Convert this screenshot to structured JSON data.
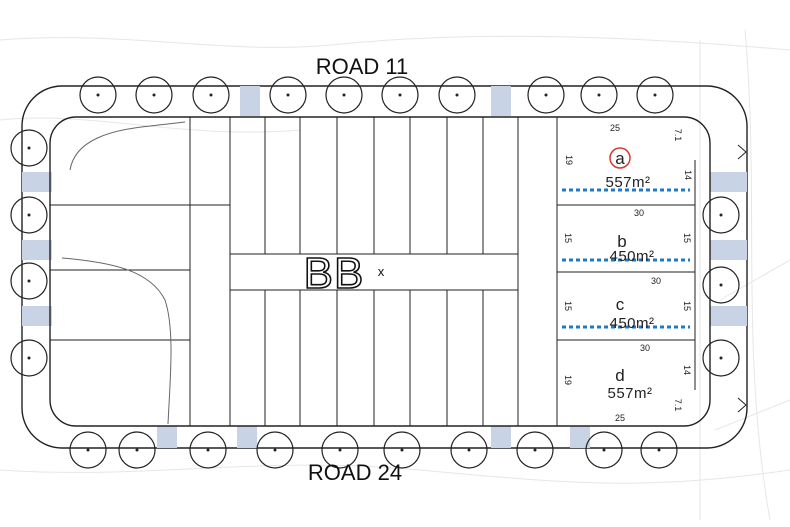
{
  "roads": {
    "top": "ROAD 11",
    "bottom": "ROAD 24"
  },
  "block": {
    "label": "BB",
    "marker": "x"
  },
  "lots": [
    {
      "id": "a",
      "letter": "a",
      "area": "557m²",
      "dims": {
        "top": "25",
        "left": "19",
        "right": "14",
        "corner": "7.1",
        "bottom": "30"
      }
    },
    {
      "id": "b",
      "letter": "b",
      "area": "450m²",
      "dims": {
        "left": "15",
        "right": "15",
        "bottom": "30"
      }
    },
    {
      "id": "c",
      "letter": "c",
      "area": "450m²",
      "dims": {
        "left": "15",
        "right": "15",
        "bottom": "30"
      }
    },
    {
      "id": "d",
      "letter": "d",
      "area": "557m²",
      "dims": {
        "left": "19",
        "right": "14",
        "corner": "7.1",
        "bottom": "25"
      }
    }
  ],
  "colors": {
    "line": "#222222",
    "crossing": "#c9d3e6",
    "divider": "#1f78c8",
    "highlight_circle": "#d43a2f",
    "contour": "#e8e8e8"
  }
}
